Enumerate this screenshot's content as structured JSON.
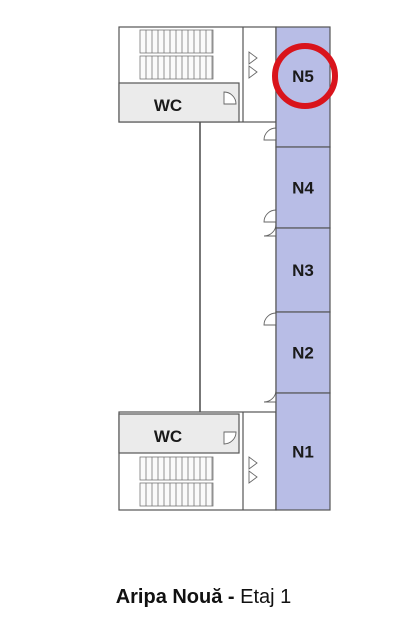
{
  "rooms": [
    {
      "id": "n5",
      "label": "N5",
      "highlighted": true
    },
    {
      "id": "n4",
      "label": "N4",
      "highlighted": false
    },
    {
      "id": "n3",
      "label": "N3",
      "highlighted": false
    },
    {
      "id": "n2",
      "label": "N2",
      "highlighted": false
    },
    {
      "id": "n1",
      "label": "N1",
      "highlighted": false
    }
  ],
  "wc_top_label": "WC",
  "wc_bottom_label": "WC",
  "caption": {
    "wing": "Aripa Nouă",
    "separator": " - ",
    "floor": "Etaj 1"
  },
  "colors": {
    "room_fill": "#b8bde6",
    "wall": "#555555",
    "highlight": "#d9141c",
    "wc_fill": "#ebebeb"
  }
}
